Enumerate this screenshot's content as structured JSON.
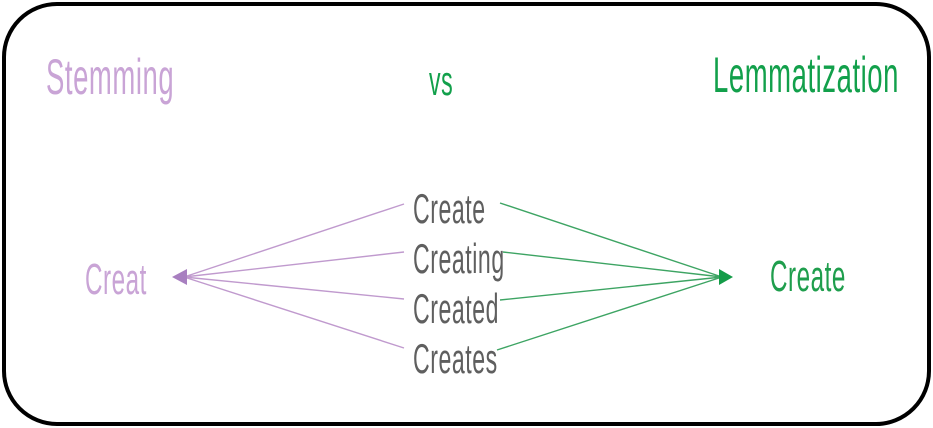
{
  "diagram": {
    "title_left": "Stemming",
    "title_center": "vs",
    "title_right": "Lemmatization",
    "stemming_result": "Creat",
    "lemmatization_result": "Create",
    "words": [
      "Create",
      "Creating",
      "Created",
      "Creates"
    ],
    "connections": {
      "stemming": "all middle words map to stemming result via left-pointing arrows",
      "lemmatization": "all middle words map to lemmatization result via right-pointing arrows"
    },
    "colors": {
      "stemming_text": "#c9a4d6",
      "stemming_line": "#c09ace",
      "stemming_arrowhead": "#a87fc0",
      "lemmatization_text": "#12a04b",
      "lemmatization_line": "#3da463",
      "lemmatization_arrowhead": "#149c48",
      "word_text": "#5f5f5f",
      "border": "#000000",
      "background": "#ffffff"
    }
  }
}
